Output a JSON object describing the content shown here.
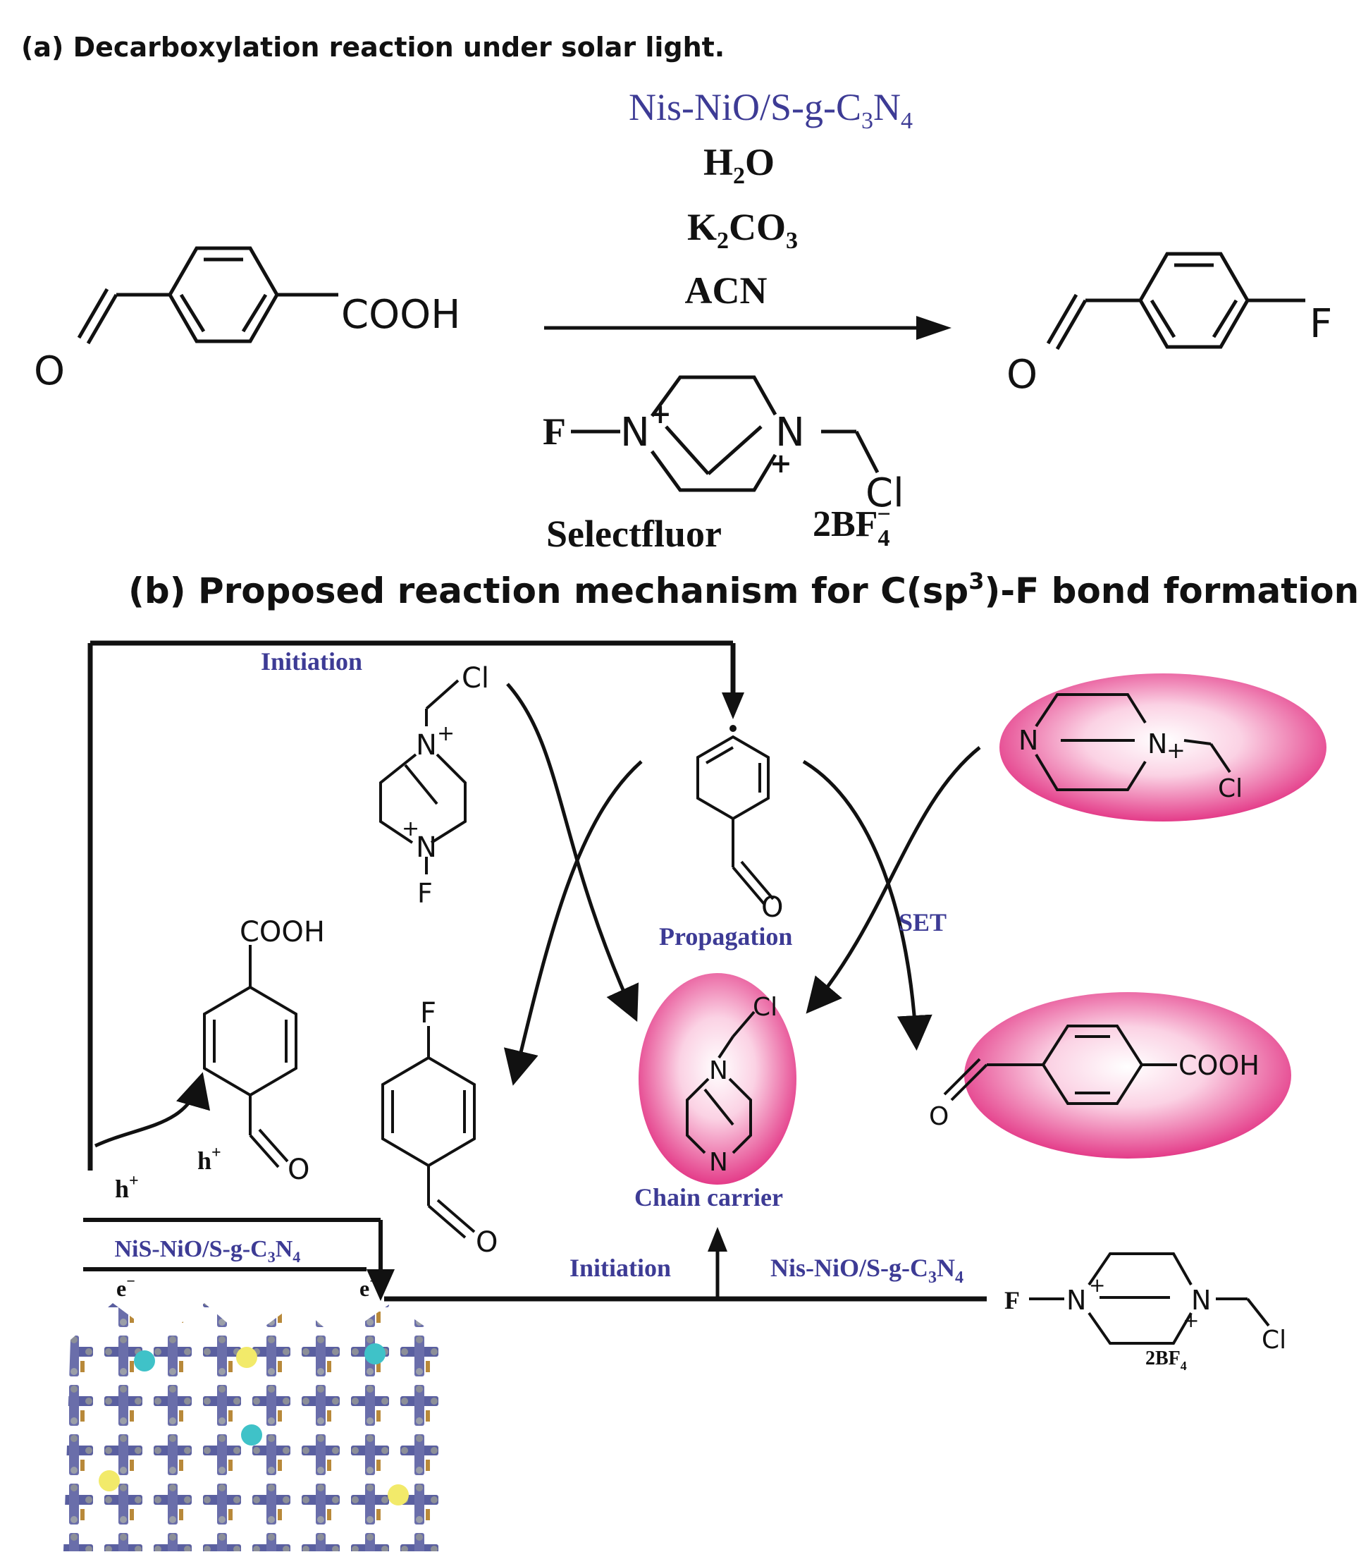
{
  "panel_a": {
    "title": "(a) Decarboxylation reaction under solar light.",
    "catalyst": {
      "text": "Nis-NiO/S-g-C",
      "sub1": "3",
      "mid": "N",
      "sub2": "4"
    },
    "water": {
      "a": "H",
      "sub": "2",
      "b": "O"
    },
    "base": {
      "a": "K",
      "sub1": "2",
      "b": "CO",
      "sub2": "3"
    },
    "solvent": "ACN",
    "reactant_group": "COOH",
    "product_group": "F",
    "oxygen": "O",
    "selectfluor": {
      "f": "F",
      "n": "N",
      "plus": "+",
      "cl": "Cl",
      "name": "Selectfluor",
      "counterion": {
        "a": "2BF",
        "sub": "4",
        "sup": "−"
      }
    }
  },
  "panel_b": {
    "title_prefix": "(b) Proposed reaction mechanism for C(sp",
    "title_sup": "3",
    "title_suffix": ")-F bond formation.",
    "initiation_top": "Initiation",
    "propagation": "Propagation",
    "set": "SET",
    "chain_carrier": "Chain carrier",
    "initiation_bottom": "Initiation",
    "catalyst_right": {
      "text": "Nis-NiO/S-g-C",
      "sub1": "3",
      "mid": "N",
      "sub2": "4"
    },
    "catalyst_left": {
      "text": "NiS-NiO/S-g-C",
      "sub1": "3",
      "mid": "N",
      "sub2": "4"
    },
    "hole": {
      "a": "h",
      "sup": "+"
    },
    "electron": {
      "a": "e",
      "sup": "−"
    },
    "cooh": "COOH",
    "cl": "Cl",
    "f": "F",
    "n": "N",
    "o": "O",
    "plus": "+",
    "bf4": {
      "a": "2BF",
      "sub": "4"
    }
  },
  "colors": {
    "label_blue": "#3d3b95",
    "ellipse_pink": "#e0237a",
    "ink": "#111111"
  }
}
